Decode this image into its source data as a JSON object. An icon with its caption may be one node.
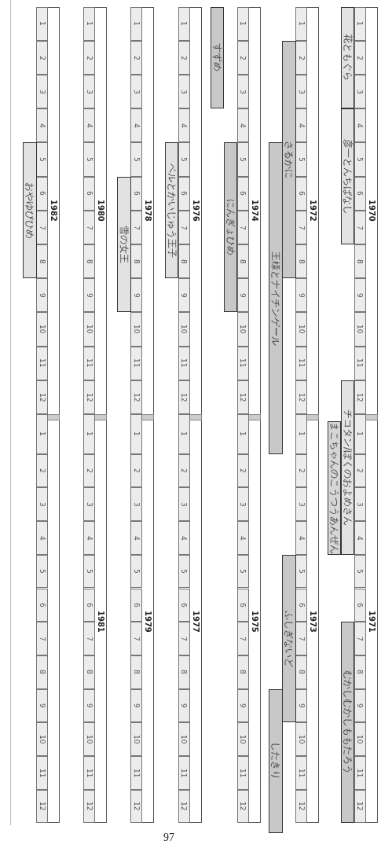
{
  "diagram": {
    "nodes": [
      {
        "text": [
          "花ともぐら"
        ]
      },
      {
        "text": [
          "彦一とんちばなし"
        ]
      },
      {
        "text": [
          "チコタン/ぼくのおよめさん"
        ]
      },
      {
        "text": [
          "むかしむかしももたろう"
        ]
      },
      {
        "text": [
          "まこちゃんのこうつうあんぜん"
        ]
      },
      {
        "text": [
          "さるかに"
        ]
      },
      {
        "text": [
          "王様とナイチンゲール"
        ]
      },
      {
        "text": [
          "ふしぎないど"
        ]
      },
      {
        "text": [
          "したきり"
        ]
      },
      {
        "text": [
          "すずめ"
        ]
      },
      {
        "text": [
          "にんぎょひめ"
        ]
      },
      {
        "text": [
          "ベルとかいじゅう王子"
        ]
      },
      {
        "text": [
          "雪の女王"
        ]
      },
      {
        "text": [
          "おやゆびひめ"
        ]
      }
    ],
    "labels": [
      "1970",
      "1",
      "2",
      "3",
      "4",
      "5",
      "6",
      "7",
      "8",
      "9",
      "10",
      "11",
      "12",
      "1971",
      "1",
      "2",
      "3",
      "4",
      "5",
      "6",
      "7",
      "8",
      "9",
      "10",
      "11",
      "12",
      "1972",
      "1",
      "2",
      "3",
      "4",
      "5",
      "6",
      "7",
      "8",
      "9",
      "10",
      "11",
      "12",
      "1973",
      "1",
      "2",
      "3",
      "4",
      "5",
      "6",
      "7",
      "8",
      "9",
      "10",
      "11",
      "12",
      "1974",
      "1",
      "2",
      "3",
      "4",
      "5",
      "6",
      "7",
      "8",
      "9",
      "10",
      "11",
      "12",
      "1975",
      "1",
      "2",
      "3",
      "4",
      "5",
      "6",
      "7",
      "8",
      "9",
      "10",
      "11",
      "12",
      "1976",
      "1",
      "2",
      "3",
      "4",
      "5",
      "6",
      "7",
      "8",
      "9",
      "10",
      "11",
      "12",
      "1977",
      "1",
      "2",
      "3",
      "4",
      "5",
      "6",
      "7",
      "8",
      "9",
      "10",
      "11",
      "12",
      "1978",
      "1",
      "2",
      "3",
      "4",
      "5",
      "6",
      "7",
      "8",
      "9",
      "10",
      "11",
      "12",
      "1979",
      "1",
      "2",
      "3",
      "4",
      "5",
      "6",
      "7",
      "8",
      "9",
      "10",
      "11",
      "12",
      "1980",
      "1",
      "2",
      "3",
      "4",
      "5",
      "6",
      "7",
      "8",
      "9",
      "10",
      "11",
      "12",
      "1981",
      "1",
      "2",
      "3",
      "4",
      "5",
      "6",
      "7",
      "8",
      "9",
      "10",
      "11",
      "12",
      "1982",
      "1",
      "2",
      "3",
      "4",
      "5",
      "6",
      "7",
      "8",
      "9",
      "10",
      "11",
      "12",
      "1",
      "2",
      "3",
      "4",
      "5",
      "6",
      "7",
      "8",
      "9",
      "10",
      "11",
      "12",
      "97"
    ]
  }
}
